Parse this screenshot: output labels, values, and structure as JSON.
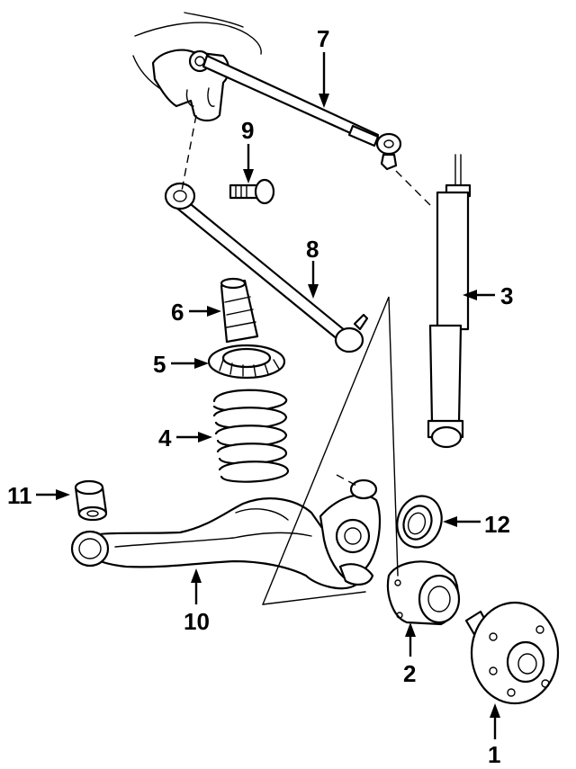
{
  "callouts": {
    "c1": "1",
    "c2": "2",
    "c3": "3",
    "c4": "4",
    "c5": "5",
    "c6": "6",
    "c7": "7",
    "c8": "8",
    "c9": "9",
    "c10": "10",
    "c11": "11",
    "c12": "12"
  },
  "parts": [
    "hub-flange",
    "wheel-bearing-hub",
    "shock-absorber",
    "coil-spring",
    "spring-seat",
    "bump-stop",
    "upper-lateral-link",
    "lower-lateral-link",
    "bolt",
    "trailing-arm",
    "arm-bushing",
    "bearing-seal"
  ],
  "colors": {
    "ink": "#000000",
    "paper": "#ffffff"
  }
}
